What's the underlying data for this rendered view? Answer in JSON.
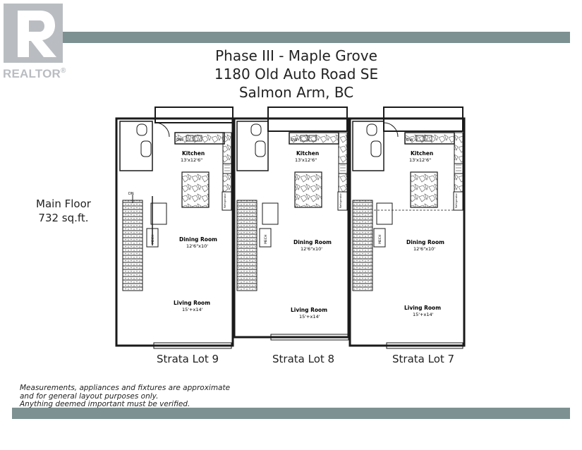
{
  "colors": {
    "band": "#7d9192",
    "logo": "#b9bdc2",
    "line": "#1a1a1a"
  },
  "logo": {
    "letter": "R",
    "word": "REALTOR",
    "mark": "®"
  },
  "title": {
    "line1": "Phase III - Maple Grove",
    "line2": "1180 Old Auto Road SE",
    "line3": "Salmon Arm, BC"
  },
  "floor": {
    "name": "Main Floor",
    "area": "732 sq.ft."
  },
  "units": [
    {
      "lot": "Strata Lot 9",
      "kitchen": "Kitchen",
      "kitchen_dim": "13'x12'6\"",
      "dining": "Dining Room",
      "dining_dim": "12'6\"x10'",
      "living": "Living Room",
      "living_dim": "15'+x14'",
      "dn": "DN",
      "mech": "MECH",
      "dw": "DW",
      "fridge": "Refrigerator"
    },
    {
      "lot": "Strata Lot 8",
      "kitchen": "Kitchen",
      "kitchen_dim": "13'x12'6\"",
      "dining": "Dining Room",
      "dining_dim": "12'6\"x10'",
      "living": "Living Room",
      "living_dim": "15'+x14'",
      "mech": "MECH",
      "dw": "DW",
      "fridge": "Refrigerator"
    },
    {
      "lot": "Strata Lot 7",
      "kitchen": "Kitchen",
      "kitchen_dim": "13'x12'6\"",
      "dining": "Dining Room",
      "dining_dim": "12'6\"x10'",
      "living": "Living Room",
      "living_dim": "15'+x14'",
      "mech": "MECH",
      "dw": "DW",
      "fridge": "Refrigerator"
    }
  ],
  "disclaimer": {
    "line1": "Measurements, appliances and fixtures are approximate",
    "line2": "and for general layout purposes only.",
    "line3": "Anything deemed important must be verified."
  }
}
